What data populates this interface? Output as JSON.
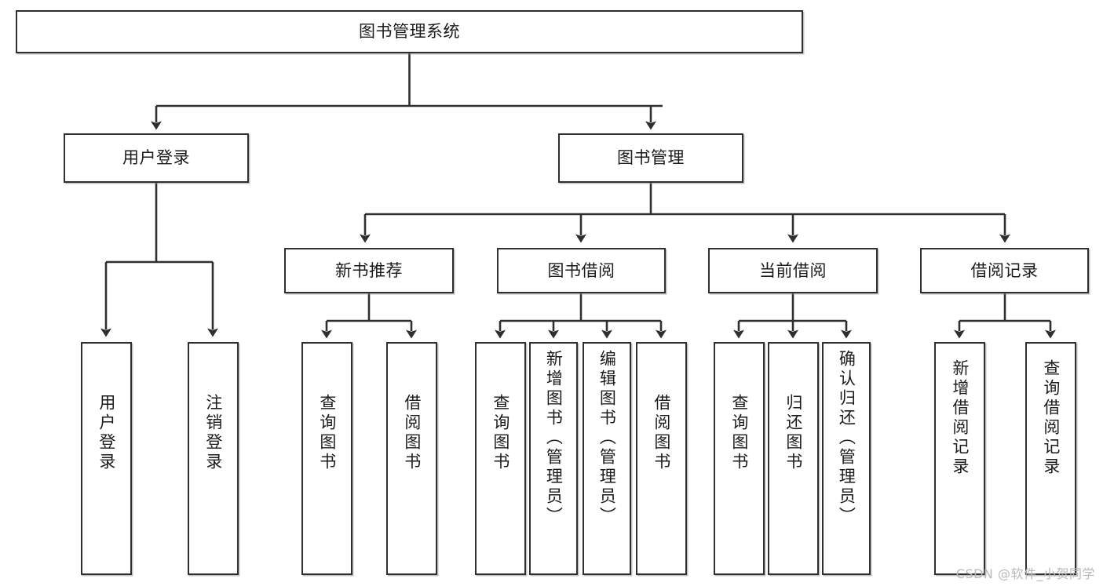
{
  "diagram": {
    "type": "tree-hierarchy-chart",
    "title": "图书管理系统",
    "root": {
      "label": "图书管理系统"
    },
    "level2": [
      {
        "label": "用户登录"
      },
      {
        "label": "图书管理"
      }
    ],
    "level3": [
      {
        "label": "新书推荐"
      },
      {
        "label": "图书借阅"
      },
      {
        "label": "当前借阅"
      },
      {
        "label": "借阅记录"
      }
    ],
    "leaves": {
      "user_login": [
        {
          "label": "用户登录"
        },
        {
          "label": "注销登录"
        }
      ],
      "new_book_recommend": [
        {
          "label": "查询图书"
        },
        {
          "label": "借阅图书"
        }
      ],
      "book_borrow": [
        {
          "label": "查询图书"
        },
        {
          "label": "新增图书（管理员）"
        },
        {
          "label": "编辑图书（管理员）"
        },
        {
          "label": "借阅图书"
        }
      ],
      "current_borrow": [
        {
          "label": "查询图书"
        },
        {
          "label": "归还图书"
        },
        {
          "label": "确认归还（管理员）"
        }
      ],
      "borrow_record": [
        {
          "label": "新增借阅记录"
        },
        {
          "label": "查询借阅记录"
        }
      ]
    }
  },
  "watermark": {
    "text": "CSDN @软件_小贺同学"
  },
  "colors": {
    "border": "#2f2f2f",
    "text": "#1b1b1b",
    "background": "#ffffff",
    "watermark": "#b9b9b9"
  }
}
